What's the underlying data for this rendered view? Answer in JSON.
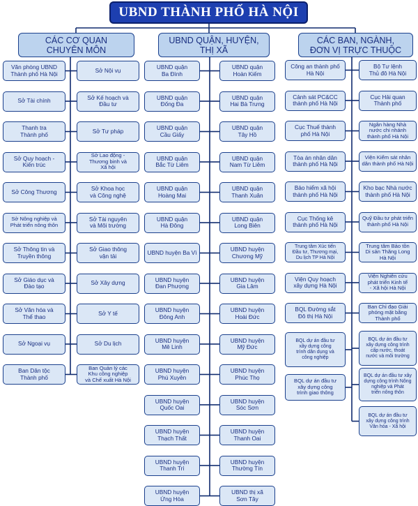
{
  "title": "UBND THÀNH PHỐ HÀ NỘI",
  "headers": {
    "left": "CÁC CƠ QUAN\nCHUYÊN MÔN",
    "middle": "UBND QUẬN, HUYỆN,\nTHỊ XÃ",
    "right": "CÁC BAN, NGÀNH,\nĐƠN VỊ TRỰC THUỘC"
  },
  "left_a": [
    "Văn phòng UBND\nThành phố Hà Nội",
    "Sở Tài chính",
    "Thanh tra\nThành phố",
    "Sở Quy hoạch -\nKiến trúc",
    "Sở Công Thương",
    "Sở Nông nghiệp và\nPhát triển nông thôn",
    "Sở Thông tin và\nTruyền thông",
    "Sở Giáo dục và\nĐào tạo",
    "Sở Văn hóa  và\nThể thao",
    "Sở Ngoại vụ",
    "Ban Dân tộc\nThành phố"
  ],
  "left_b": [
    "Sở Nội vụ",
    "Sở Kế hoạch và\nĐầu tư",
    "Sở Tư pháp",
    "Sở Lao động -\nThương binh và\nXã hội",
    "Sở Khoa học\nvà Công nghệ",
    "Sở Tài nguyên\nvà Môi trường",
    "Sở Giao thông\nvận tải",
    "Sở Xây dựng",
    "Sở Y tế",
    "Sở Du lịch",
    "Ban Quản lý các\nKhu công nghiệp\nvà Chế xuất Hà Nội"
  ],
  "mid_a": [
    "UBND quận\nBa Đình",
    "UBND quận\nĐống Đa",
    "UBND quận\nCầu Giấy",
    "UBND quận\nBắc Từ Liêm",
    "UBND quận\nHoàng Mai",
    "UBND quận\nHà Đông",
    "UBND huyện Ba Vì",
    "UBND huyện\nĐan Phượng",
    "UBND huyện\nĐông Anh",
    "UBND huyện\nMê Linh",
    "UBND huyện\nPhú Xuyên",
    "UBND huyện\nQuốc Oai",
    "UBND huyện\nThạch Thất",
    "UBND huyện\nThanh Trì",
    "UBND huyện\nỨng Hòa"
  ],
  "mid_b": [
    "UBND quận\nHoàn Kiếm",
    "UBND quận\nHai Bà Trưng",
    "UBND quận\nTây Hồ",
    "UBND quận\nNam Từ Liêm",
    "UBND quận\nThanh Xuân",
    "UBND quận\nLong Biên",
    "UBND huyện\nChương Mỹ",
    "UBND huyện\nGia Lâm",
    "UBND huyện\nHoài Đức",
    "UBND huyện\nMỹ Đức",
    "UBND huyện\nPhúc Thọ",
    "UBND huyện\nSóc Sơn",
    "UBND huyện\nThanh Oai",
    "UBND huyện\nThường Tín",
    "UBND thị xã\nSơn Tây"
  ],
  "right_a": [
    "Công an thành phố\nHà Nội",
    "Cảnh sát PC&CC\nthành phố Hà Nội",
    "Cục Thuế thành\nphố Hà Nội",
    "Tòa án nhân dân\nthành phố Hà Nội",
    "Bảo hiểm xã hội\nthành phố Hà Nội",
    "Cục Thống kê\nthành phố Hà Nội",
    "Trung tâm Xúc tiến\nĐầu tư, Thương mại,\nDu lịch TP Hà Nội",
    "Viện Quy hoạch\nxây dựng Hà Nội",
    "BQL Đường sắt\nĐô thị Hà Nội",
    "BQL dự án đầu tư\nxây dựng công\ntrình dân dụng và\ncông nghiệp",
    "BQL dự án đầu tư\nxây dựng công\ntrình giao thông"
  ],
  "right_b": [
    "Bộ Tư lệnh\nThủ đô Hà Nội",
    "Cục Hải quan\nThành phố",
    "Ngân hàng Nhà\nnước chi nhánh\nthành phố Hà Nội",
    "Viện Kiểm sát nhân\ndân thành phố Hà Nội",
    "Kho bạc Nhà nước\nthành phố Hà Nội",
    "Quỹ Đầu tư phát triển\nthành phố Hà Nội",
    "Trung tâm Bảo tồn\nDi sản Thăng Long\nHà Nội",
    "Viện Nghiên cứu\nphát triển Kinh tế\n- Xã hội Hà Nội",
    "Ban Chỉ đạo Giải\nphóng mặt bằng\nThành phố",
    "BQL dự án đầu tư\nxây dựng công trình\ncấp nước, thoát\nnước và môi trường",
    "BQL dự án đầu tư xây\ndựng công trình Nông\nnghiệp và Phát\ntriển nông thôn",
    "BQL dự án đầu tư\nxây dựng công trình\nVăn hóa - Xã hội"
  ],
  "colors": {
    "title_bg": "#1d3fb0",
    "header_bg": "#bcd3ee",
    "box_bg": "#dbe7f6",
    "line": "#0f2a6e",
    "text": "#1a2f80"
  }
}
